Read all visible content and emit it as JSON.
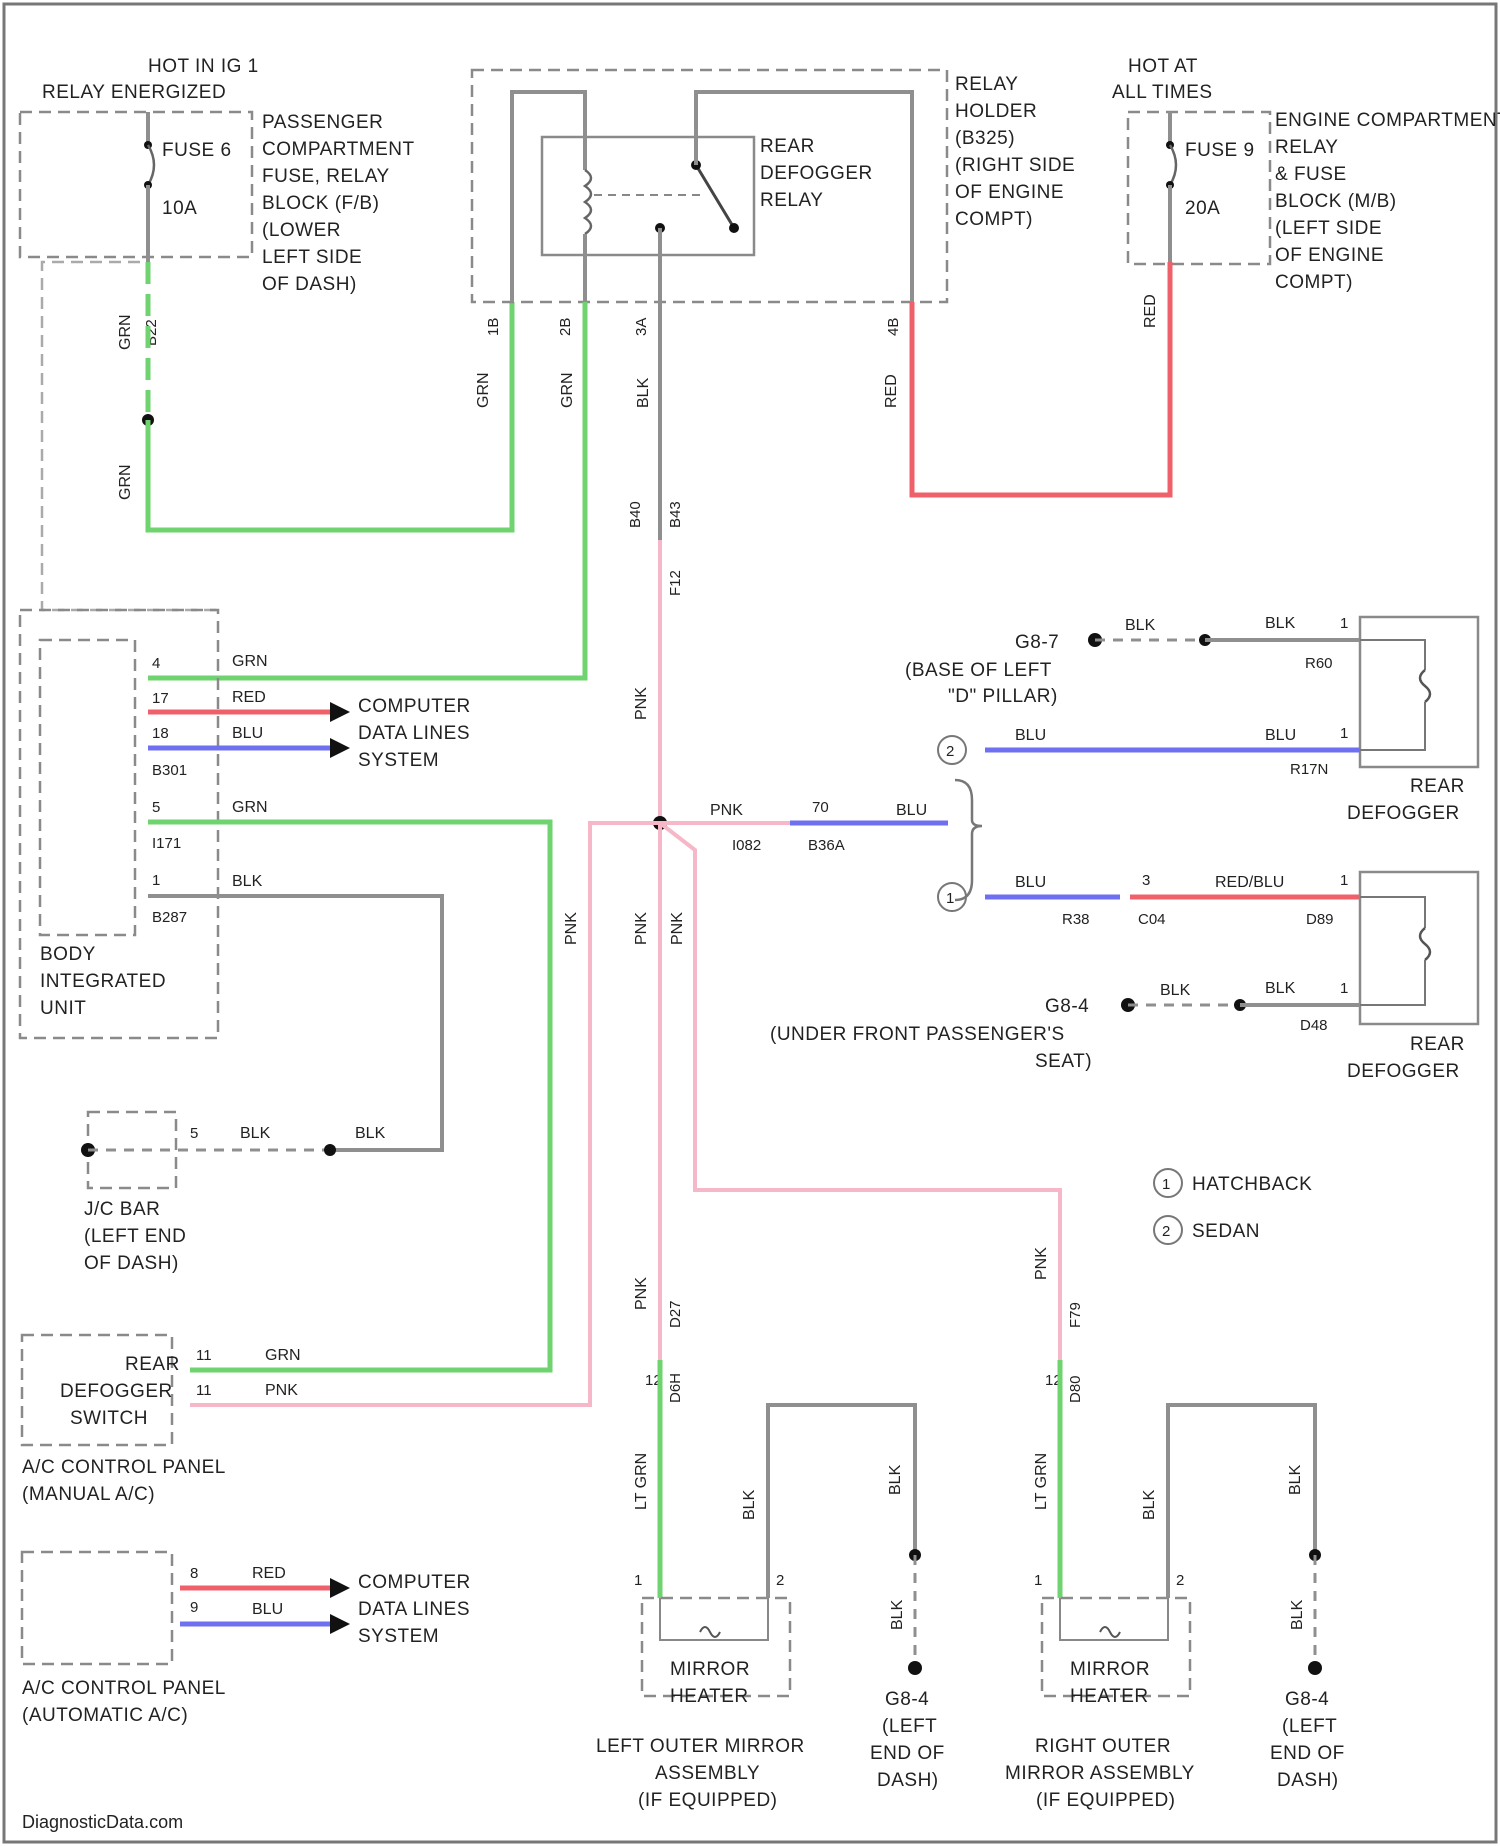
{
  "source": {
    "watermark": "DiagnosticData.com"
  },
  "power_left": {
    "header": [
      "HOT IN IG 1",
      "RELAY ENERGIZED"
    ],
    "fuse": "FUSE 6",
    "rating": "10A"
  },
  "fb_block": [
    "PASSENGER",
    "COMPARTMENT",
    "FUSE, RELAY",
    "BLOCK (F/B)",
    "(LOWER",
    "LEFT SIDE",
    "OF DASH)"
  ],
  "relay": {
    "name": [
      "REAR",
      "DEFOGGER",
      "RELAY"
    ]
  },
  "relay_holder": [
    "RELAY",
    "HOLDER",
    "(B325)",
    "(RIGHT SIDE",
    "OF ENGINE",
    "COMPT)"
  ],
  "power_right": {
    "header": [
      "HOT AT",
      "ALL TIMES"
    ],
    "fuse": "FUSE 9",
    "rating": "20A"
  },
  "mb_block": [
    "ENGINE COMPARTMENT",
    "RELAY",
    "& FUSE",
    "BLOCK (M/B)",
    "(LEFT SIDE",
    "OF ENGINE",
    "COMPT)"
  ],
  "wire_labels": {
    "grn": "GRN",
    "red": "RED",
    "blu": "BLU",
    "blk": "BLK",
    "pnk": "PNK",
    "red_blu": "RED/BLU",
    "lt_grn": "LT GRN"
  },
  "relay_pins": {
    "p1": "1B",
    "p2": "2B",
    "p3": "3A",
    "p4": "4B"
  },
  "fuse_pin_left": "B22",
  "relay_conn_codes": {
    "a": "B40",
    "b": "B43"
  },
  "splice_codes": {
    "c1": "F12",
    "c2": "I082",
    "c3": "B36A",
    "c4": "70"
  },
  "body_unit": {
    "name": [
      "BODY",
      "INTEGRATED",
      "UNIT"
    ],
    "pins": [
      {
        "pin": "4",
        "wire": "GRN"
      },
      {
        "pin": "17",
        "wire": "RED"
      },
      {
        "pin": "18",
        "wire": "BLU"
      },
      {
        "pin": "5",
        "wire": "GRN"
      },
      {
        "pin": "1",
        "wire": "BLK"
      }
    ],
    "conn_codes": [
      "B301",
      "I171",
      "B287"
    ]
  },
  "computer_data": [
    "COMPUTER",
    "DATA LINES",
    "SYSTEM"
  ],
  "ground_jc": {
    "name": [
      "J/C BAR",
      "(LEFT END",
      "OF DASH)"
    ],
    "pin": "5"
  },
  "ground_g87": {
    "code": "G8-7",
    "desc": [
      "(BASE OF LEFT",
      "\"D\" PILLAR)"
    ]
  },
  "ground_g84": {
    "code": "G8-4",
    "desc": [
      "(UNDER FRONT PASSENGER'S",
      "SEAT)"
    ]
  },
  "defogger_codes": {
    "top_blk": "R60",
    "top_blu": "R17N",
    "mid_blu": "R38",
    "mid_c": "C04",
    "mid_r": "D89",
    "bot": "D48"
  },
  "rear_defogger": [
    "REAR",
    "DEFOGGER"
  ],
  "variants": [
    {
      "num": "1",
      "label": "HATCHBACK"
    },
    {
      "num": "2",
      "label": "SEDAN"
    }
  ],
  "ac_manual": {
    "switch": [
      "REAR",
      "DEFOGGER",
      "SWITCH"
    ],
    "panel": [
      "A/C CONTROL PANEL",
      "(MANUAL A/C)"
    ],
    "pins": [
      "11",
      "11"
    ]
  },
  "ac_auto": {
    "panel": [
      "A/C CONTROL PANEL",
      "(AUTOMATIC A/C)"
    ],
    "pins": [
      "8",
      "9"
    ]
  },
  "mirror_left": {
    "heater": [
      "MIRROR",
      "HEATER"
    ],
    "assembly": [
      "LEFT OUTER MIRROR",
      "ASSEMBLY",
      "(IF EQUIPPED)"
    ],
    "code": "D6H",
    "code2": "D27",
    "gnd": [
      "G8-4",
      "(LEFT",
      "END OF",
      "DASH)"
    ]
  },
  "mirror_right": {
    "heater": [
      "MIRROR",
      "HEATER"
    ],
    "assembly": [
      "RIGHT OUTER",
      "MIRROR ASSEMBLY",
      "(IF EQUIPPED)"
    ],
    "code": "D80",
    "code2": "F79",
    "gnd": [
      "G8-4",
      "(LEFT",
      "END OF",
      "DASH)"
    ]
  },
  "pin_numbers": {
    "mirror_1": "1",
    "mirror_2": "2",
    "def_1": "1",
    "def_2": "2",
    "def_3": "3",
    "splice_pin": "12"
  }
}
